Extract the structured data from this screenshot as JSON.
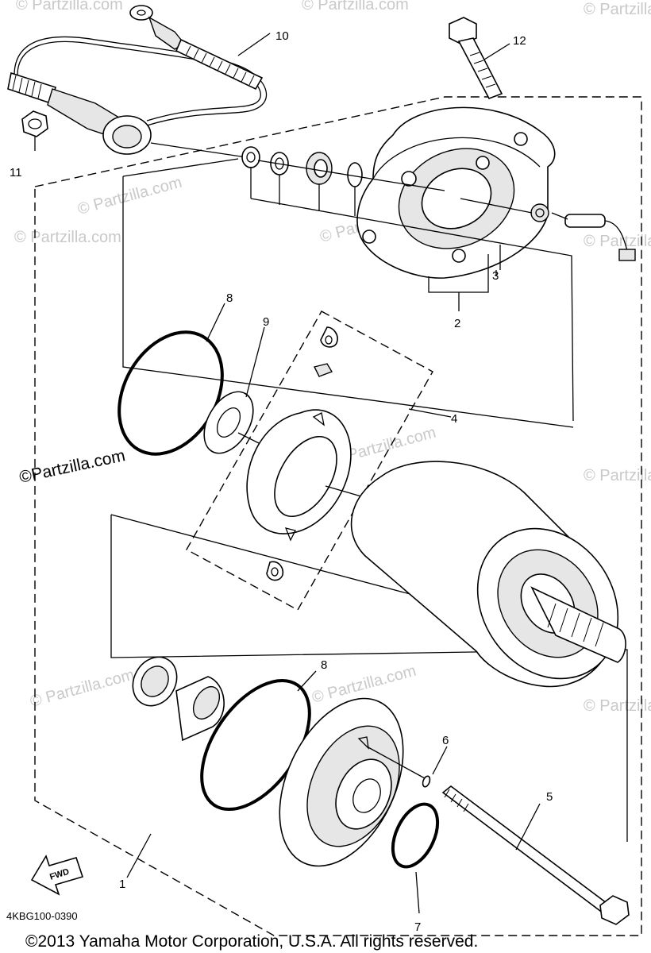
{
  "callouts": [
    "1",
    "2",
    "3",
    "4",
    "5",
    "6",
    "7",
    "8",
    "8",
    "9",
    "10",
    "11",
    "12"
  ],
  "watermarks": {
    "main": "©Partzilla.com",
    "faint": "© Partzilla.com"
  },
  "diagram_code": "4KBG100-0390",
  "fwd_label": "FWD",
  "copyright": "©2013 Yamaha Motor Corporation, U.S.A. All rights reserved."
}
